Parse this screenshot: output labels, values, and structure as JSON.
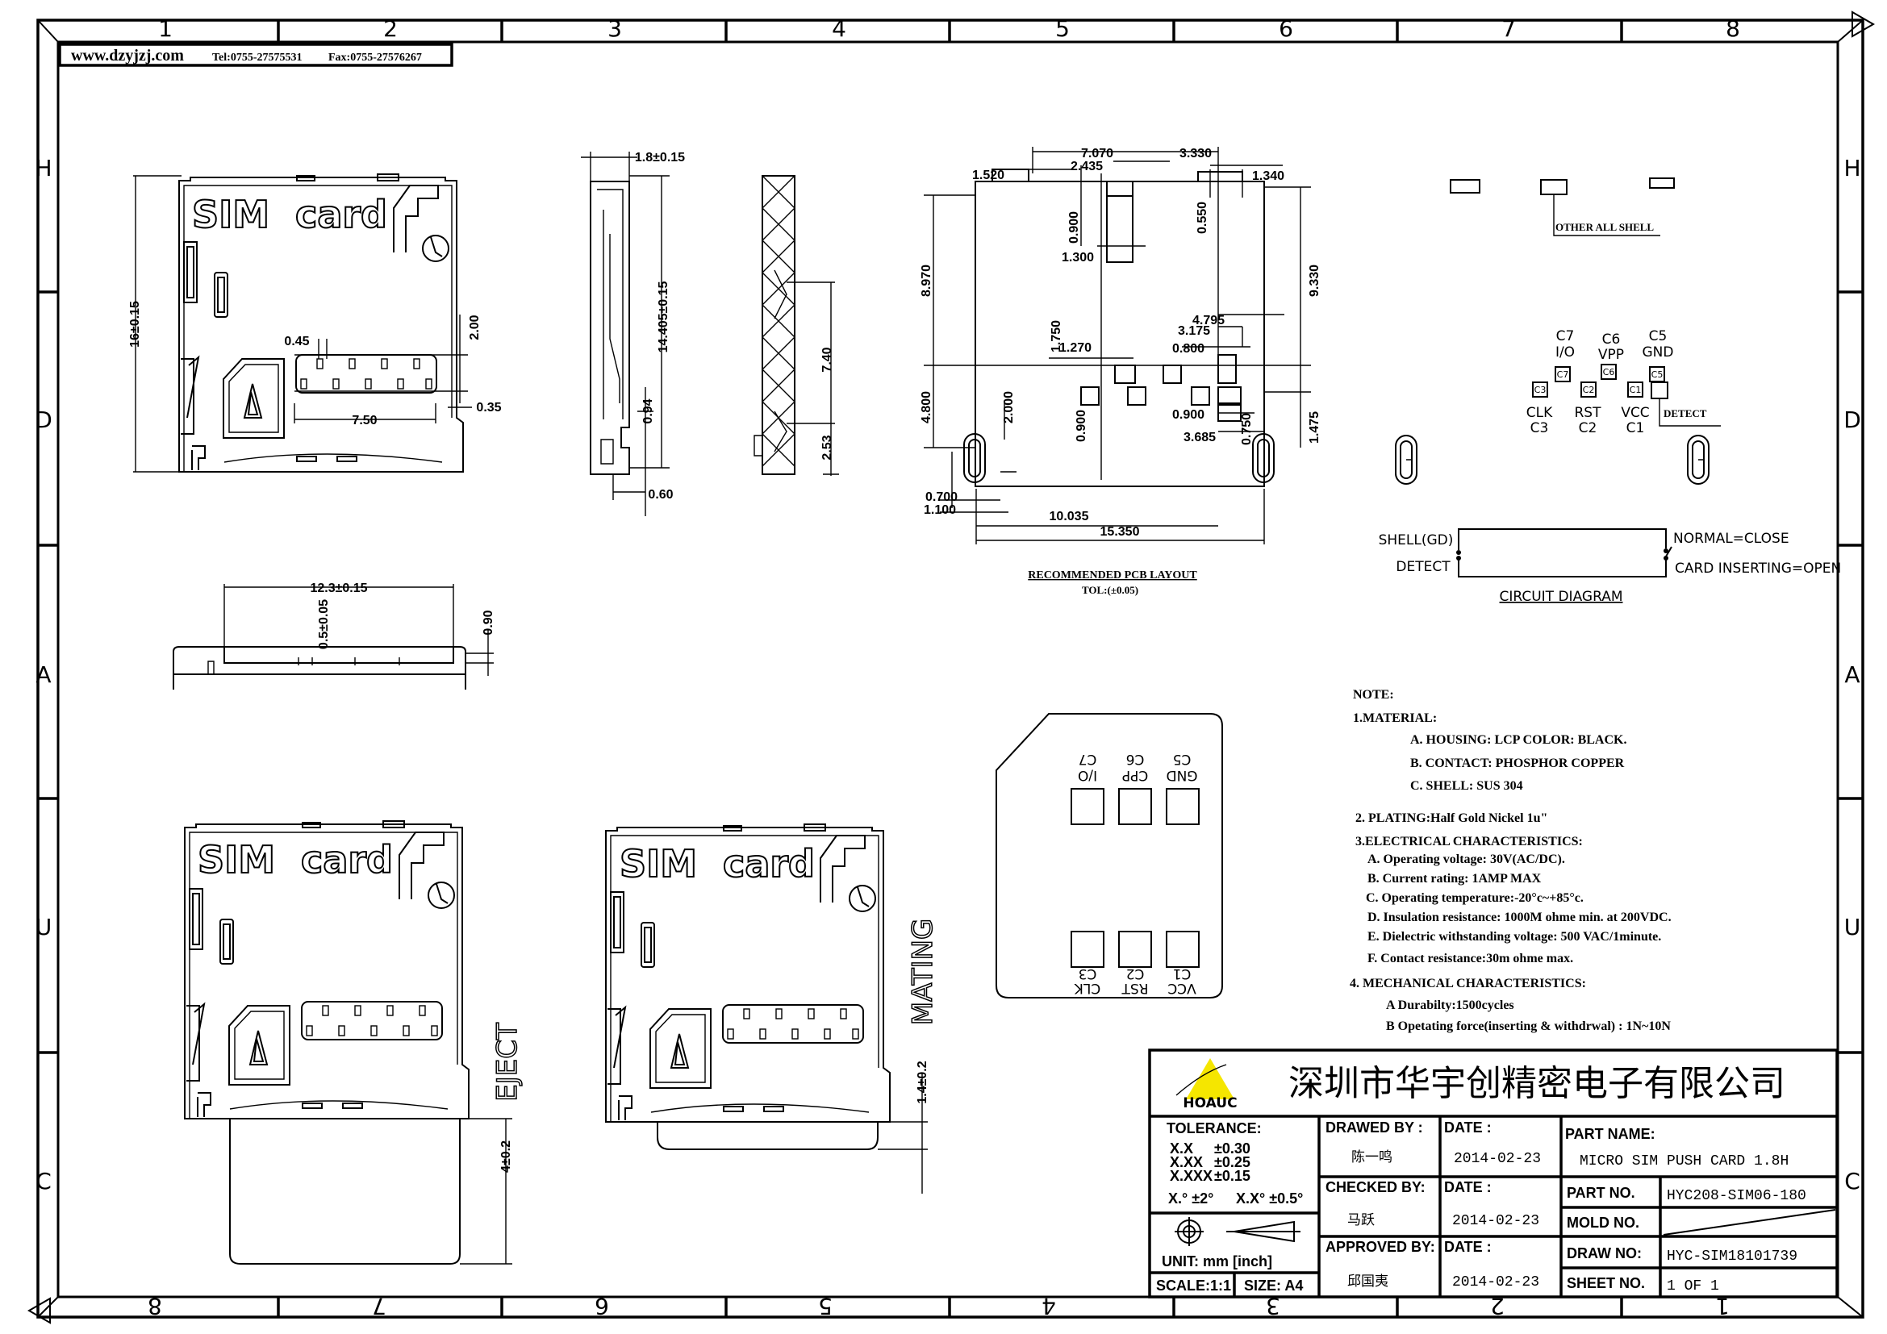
{
  "header": {
    "website": "www.dzyjzj.com",
    "tel": "Tel:0755-27575531",
    "fax": "Fax:0755-27576267"
  },
  "grid": {
    "columns_top": [
      "1",
      "2",
      "3",
      "4",
      "5",
      "6",
      "7",
      "8"
    ],
    "columns_bottom": [
      "8",
      "7",
      "6",
      "5",
      "4",
      "3",
      "2",
      "1"
    ],
    "rows": [
      "H",
      "D",
      "A",
      "U",
      "C"
    ]
  },
  "views": {
    "sim_label": "SIM  card",
    "top_view_dims": {
      "length": "16±0.15",
      "pitch": "0.45",
      "height": "2.00",
      "offset": "0.35",
      "width": "7.50"
    },
    "side_view_dims": {
      "thickness": "1.8±0.15",
      "length": "14.405±0.15",
      "step": "0.94",
      "foot": "0.60"
    },
    "hatched_view_dims": {
      "span": "7.40",
      "bottom": "2.53"
    },
    "front_view_dims": {
      "width": "12.3±0.15",
      "contact": "0.5±0.05",
      "height": "0.90"
    },
    "eject": {
      "label": "EJECT",
      "dim": "4±0.2"
    },
    "mating": {
      "label": "MATING",
      "dim": "1.4±0.2"
    }
  },
  "pcb_layout": {
    "title": "RECOMMENDED PCB LAYOUT",
    "tolerance": "TOL:(±0.05)",
    "dims": [
      "7.070",
      "3.330",
      "2.435",
      "1.520",
      "1.340",
      "0.900",
      "0.550",
      "1.300",
      "8.970",
      "9.330",
      "4.795",
      "3.175",
      "1.750",
      "1.270",
      "0.800",
      "4.800",
      "2.000",
      "0.900",
      "0.900",
      "3.685",
      "0.750",
      "1.475",
      "0.700",
      "1.100",
      "10.035",
      "15.350"
    ]
  },
  "pinout": {
    "top": [
      {
        "id": "C7",
        "name": "I/O"
      },
      {
        "id": "C6",
        "name": "VPP"
      },
      {
        "id": "C5",
        "name": "GND"
      }
    ],
    "bottom": [
      {
        "id": "C3",
        "name": "CLK"
      },
      {
        "id": "C2",
        "name": "RST"
      },
      {
        "id": "C1",
        "name": "VCC"
      }
    ],
    "shell_note": "OTHER ALL SHELL",
    "detect": "DETECT"
  },
  "card_pads": {
    "top": [
      {
        "id": "C7",
        "name": "I/O"
      },
      {
        "id": "C6",
        "name": "CPP"
      },
      {
        "id": "C5",
        "name": "GND"
      }
    ],
    "bottom": [
      {
        "id": "C3",
        "name": "CLK"
      },
      {
        "id": "C2",
        "name": "RST"
      },
      {
        "id": "C1",
        "name": "VCC"
      }
    ]
  },
  "circuit": {
    "shell": "SHELL(GD)",
    "detect": "DETECT",
    "normal": "NORMAL=CLOSE",
    "inserting": "CARD INSERTING=OPEN",
    "title": "CIRCUIT DIAGRAM"
  },
  "notes": {
    "title": "NOTE:",
    "lines": [
      "1.MATERIAL:",
      "A. HOUSING: LCP  COLOR: BLACK.",
      "B. CONTACT: PHOSPHOR COPPER",
      "C. SHELL: SUS 304",
      "2. PLATING:Half Gold Nickel 1u\"",
      "3.ELECTRICAL CHARACTERISTICS:",
      "A. Operating voltage: 30V(AC/DC).",
      "B. Current rating: 1AMP MAX",
      "C. Operating temperature:-20°c~+85°c.",
      "D. Insulation resistance: 1000M ohme min. at 200VDC.",
      "E. Dielectric withstanding voltage: 500 VAC/1minute.",
      "F. Contact resistance:30m ohme max.",
      "4. MECHANICAL CHARACTERISTICS:",
      "A  Durabilty:1500cycles",
      "B  Opetating force(inserting & withdrwal) : 1N~10N"
    ]
  },
  "title_block": {
    "logo_text": "HOAUC",
    "company": "深圳市华宇创精密电子有限公司",
    "tolerance_label": "TOLERANCE:",
    "tolerances": [
      [
        "X.X",
        "±0.30"
      ],
      [
        "X.XX",
        "±0.25"
      ],
      [
        "X.XXX",
        "±0.15"
      ]
    ],
    "angle_tol": [
      "X.° ±2°",
      "X.X° ±0.5°"
    ],
    "unit": "UNIT:  mm  [inch]",
    "scale": "SCALE:1:1",
    "size": "SIZE: A4",
    "drawed_by_label": "DRAWED BY :",
    "drawed_by": "陈一鸣",
    "checked_by_label": "CHECKED BY:",
    "checked_by": "马跃",
    "approved_by_label": "APPROVED BY:",
    "approved_by": "邱国夷",
    "date_label": "DATE :",
    "dates": [
      "2014-02-23",
      "2014-02-23",
      "2014-02-23"
    ],
    "part_name_label": "PART NAME:",
    "part_name": "MICRO SIM PUSH CARD 1.8H",
    "part_no_label": "PART NO.",
    "part_no": "HYC208-SIM06-180",
    "mold_no_label": "MOLD NO.",
    "draw_no_label": "DRAW NO:",
    "draw_no": "HYC-SIM18101739",
    "sheet_no_label": "SHEET NO.",
    "sheet_no": "1 OF 1",
    "logo_color": "#f5e600"
  }
}
